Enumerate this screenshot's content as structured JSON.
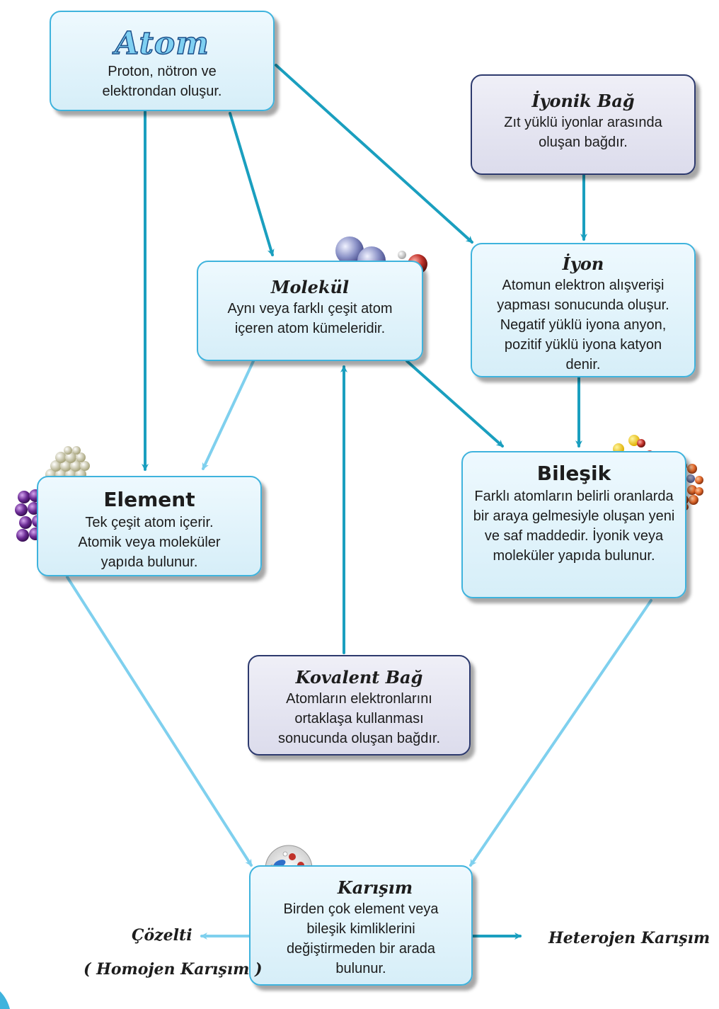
{
  "nodes": {
    "atom": {
      "title": "Atom",
      "desc": "Proton, nötron ve elektrondan oluşur."
    },
    "iyonik_bag": {
      "title": "İyonik Bağ",
      "desc": "Zıt yüklü iyonlar arasında oluşan bağdır."
    },
    "molekul": {
      "title": "Molekül",
      "desc": "Aynı veya farklı çeşit atom içeren atom kümeleridir."
    },
    "iyon": {
      "title": "İyon",
      "desc": "Atomun elektron alışverişi yapması sonucunda oluşur. Negatif yüklü iyona anyon, pozitif yüklü iyona katyon denir."
    },
    "element": {
      "title": "Element",
      "desc": "Tek çeşit atom içerir. Atomik veya moleküler yapıda bulunur."
    },
    "bilesik": {
      "title": "Bileşik",
      "desc": "Farklı atomların belirli oranlarda bir araya gelmesiyle oluşan yeni ve saf maddedir. İyonik veya moleküler yapıda bulunur."
    },
    "kovalent_bag": {
      "title": "Kovalent Bağ",
      "desc": "Atomların elektronlarını ortaklaşa kullanması sonucunda oluşan bağdır."
    },
    "karisim": {
      "title": "Karışım",
      "desc": "Birden çok element veya bileşik kimliklerini değiştirmeden bir arada bulunur."
    }
  },
  "outer_labels": {
    "cozelti": "Çözelti",
    "homojen": "( Homojen Karışım )",
    "heterojen": "Heterojen Karışım"
  },
  "colors": {
    "concept_border": "#3fb3dd",
    "bond_border": "#2d3a6e",
    "arrow_dark": "#1a9fbf",
    "arrow_light": "#7fd0ee"
  }
}
